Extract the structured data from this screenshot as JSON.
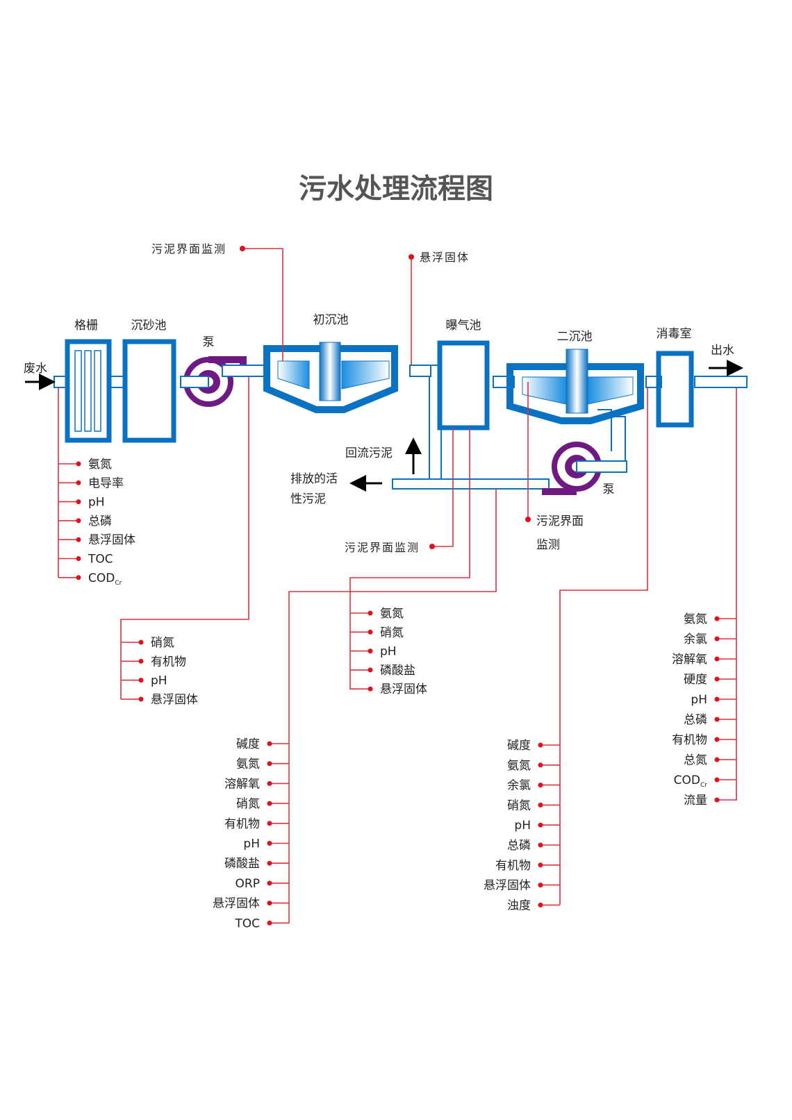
{
  "title": "污水处理流程图",
  "colors": {
    "tank": "#0a72c2",
    "pump": "#6e1a82",
    "sensor_line": "#e0303c",
    "sensor_dot": "#e0101c",
    "title": "#555555"
  },
  "flow": {
    "inlet": "废水",
    "outlet": "出水",
    "units": {
      "grille": "格栅",
      "grit_chamber": "沉砂池",
      "pump1": "泵",
      "primary_clarifier": "初沉池",
      "aeration_tank": "曝气池",
      "secondary_clarifier": "二沉池",
      "disinfection": "消毒室",
      "pump2": "泵"
    },
    "return_sludge": "回流污泥",
    "waste_sludge_line1": "排放的活",
    "waste_sludge_line2": "性污泥"
  },
  "callouts": {
    "primary_sludge_interface": "污泥界面监测",
    "primary_ss": "悬浮固体",
    "aeration_sludge_interface": "污泥界面监测",
    "secondary_sludge_interface_line1": "污泥界面",
    "secondary_sludge_interface_line2": "监测"
  },
  "sensor_groups": {
    "inlet": [
      "氨氮",
      "电导率",
      "pH",
      "总磷",
      "悬浮固体",
      "TOC",
      "COD"
    ],
    "inlet_cod_sub": "Cr",
    "after_pump": [
      "硝氮",
      "有机物",
      "pH",
      "悬浮固体"
    ],
    "aeration_out": [
      "氨氮",
      "硝氮",
      "pH",
      "磷酸盐",
      "悬浮固体"
    ],
    "aeration": [
      "碱度",
      "氨氮",
      "溶解氧",
      "硝氮",
      "有机物",
      "pH",
      "磷酸盐",
      "ORP",
      "悬浮固体",
      "TOC"
    ],
    "secondary_out": [
      "碱度",
      "氨氮",
      "余氯",
      "硝氮",
      "pH",
      "总磷",
      "有机物",
      "悬浮固体",
      "浊度"
    ],
    "outlet": [
      "氨氮",
      "余氯",
      "溶解氧",
      "硬度",
      "pH",
      "总磷",
      "有机物",
      "总氮",
      "COD",
      "流量"
    ],
    "outlet_cod_sub": "Cr"
  }
}
